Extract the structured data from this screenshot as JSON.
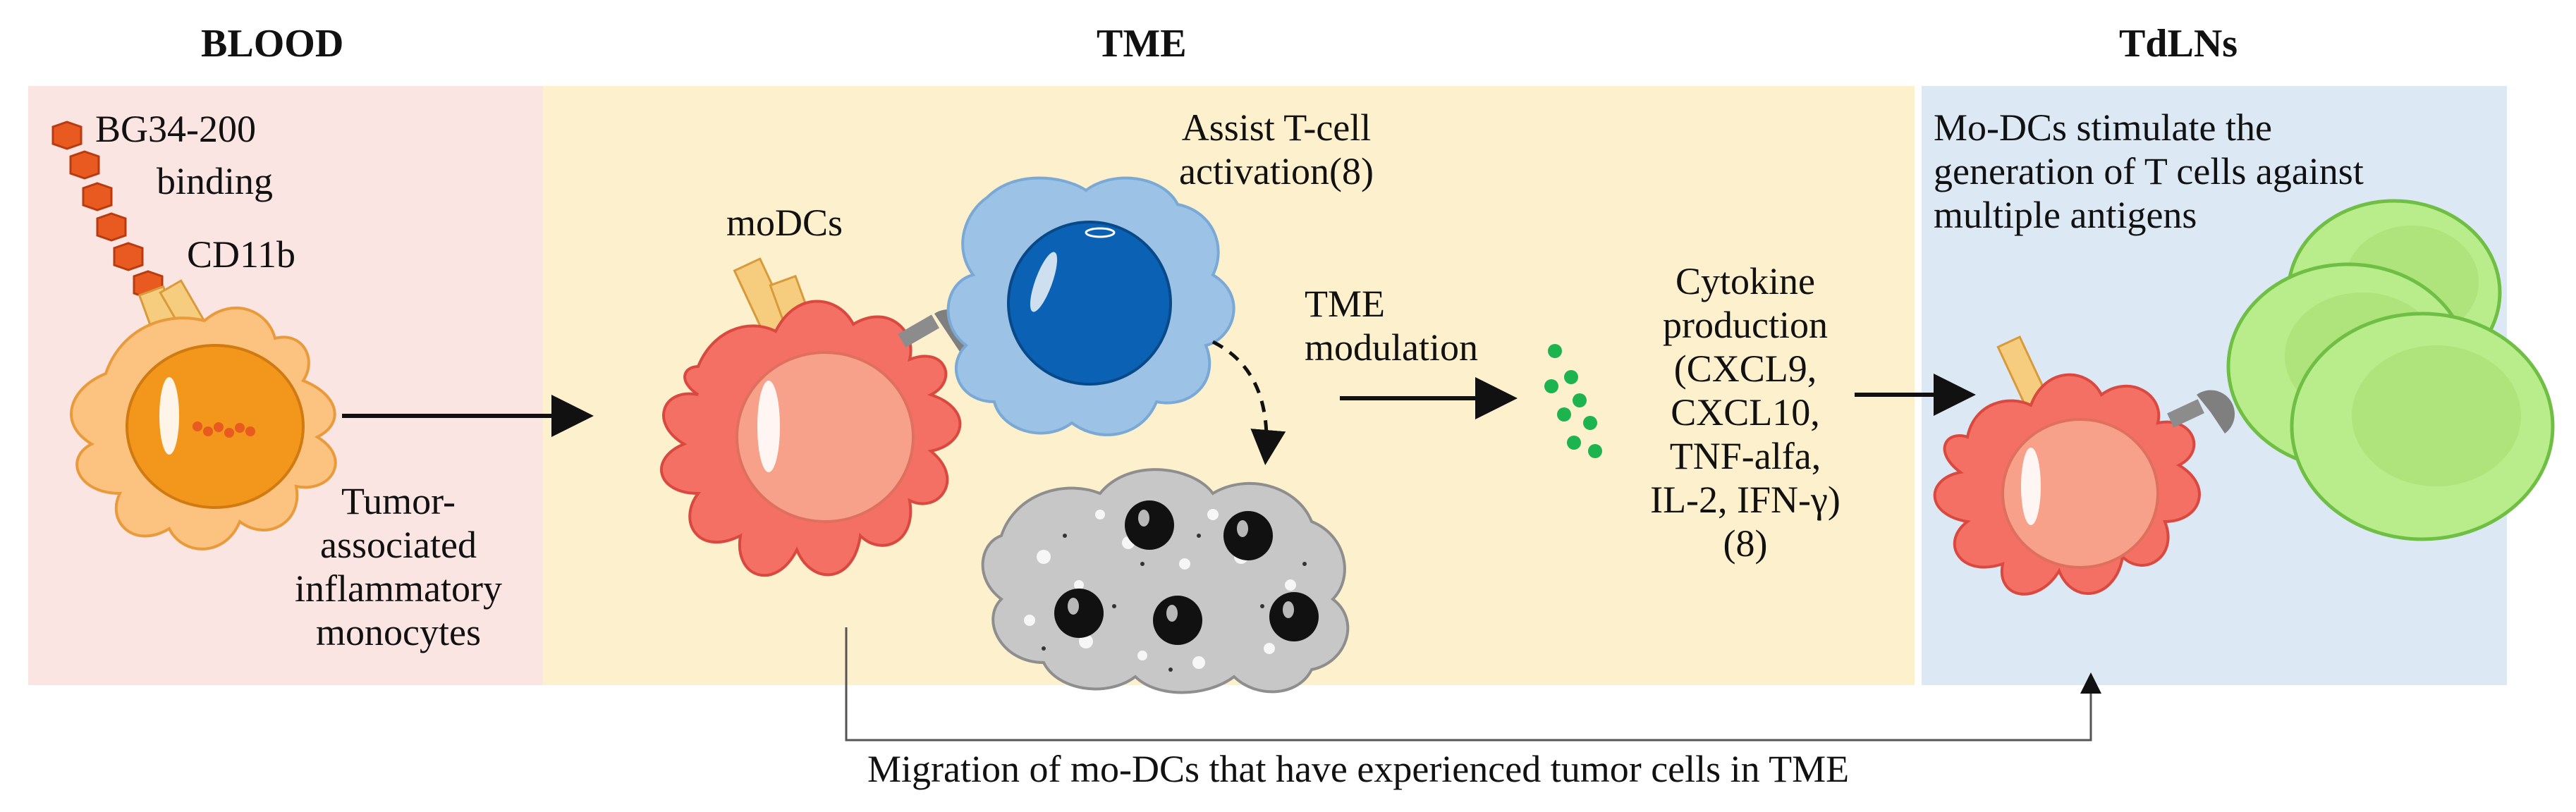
{
  "headers": {
    "blood": "BLOOD",
    "tme": "TME",
    "tdlns": "TdLNs"
  },
  "blood": {
    "ligand_line1": "BG34-200",
    "ligand_line2": "binding",
    "receptor": "CD11b",
    "monocyte_line1": "Tumor-",
    "monocyte_line2": "associated",
    "monocyte_line3": "inflammatory",
    "monocyte_line4": "monocytes"
  },
  "tme": {
    "modcs": "moDCs",
    "assist_line1": "Assist T-cell",
    "assist_line2": "activation(8)",
    "modulation_line1": "TME",
    "modulation_line2": "modulation",
    "cytokine_lines": [
      "Cytokine",
      "production",
      "(CXCL9,",
      "CXCL10,",
      "TNF-alfa,",
      "IL-2, IFN-γ)",
      "(8)"
    ]
  },
  "tdlns": {
    "stimulate_line1": "Mo-DCs stimulate the",
    "stimulate_line2": "generation of T cells against",
    "stimulate_line3": "multiple antigens"
  },
  "migration": "Migration of mo-DCs that have experienced tumor cells in TME",
  "colors": {
    "blood_bg": "#fbe5e3",
    "tme_bg": "#fdf0cc",
    "tdlns_bg": "#dde8f5",
    "monocyte": "#fcc280",
    "monocyte_nucleus": "#f3961c",
    "dc": "#f46f64",
    "dc_nucleus": "#f7a08a",
    "receptor": "#f6cd7e",
    "ligand": "#e85a1f",
    "tcell_blue_outer": "#9cc2e5",
    "tcell_blue_inner": "#0b62b5",
    "tumor_cell": "#c7c7c7",
    "cytokine": "#1db34e",
    "tcell_green": "#b9ec8a"
  }
}
